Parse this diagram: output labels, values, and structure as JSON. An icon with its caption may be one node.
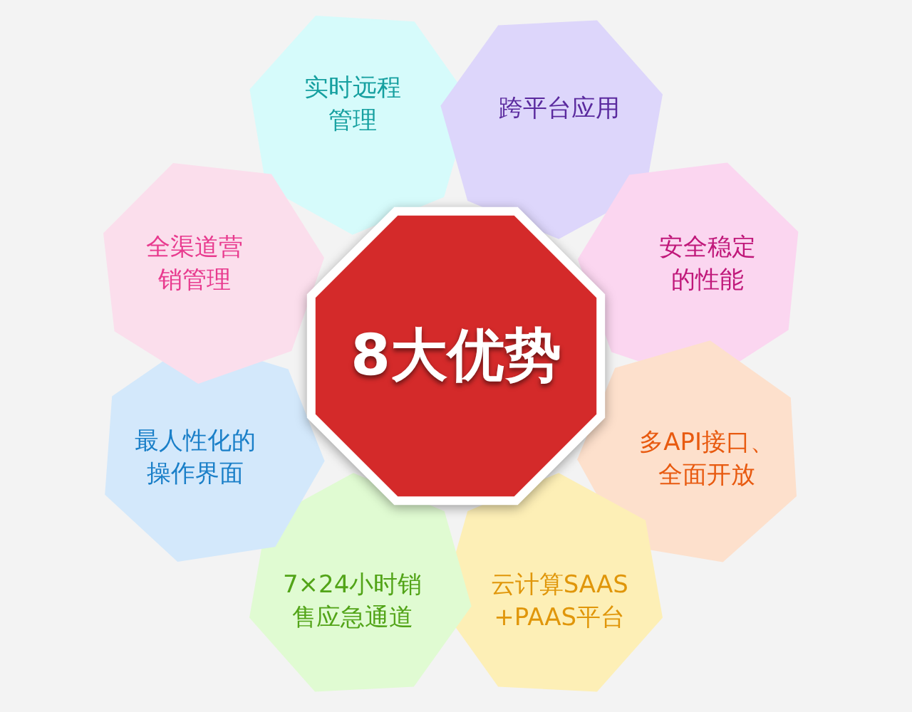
{
  "diagram": {
    "nodes": [
      {
        "text": [
          "8大优势"
        ]
      },
      {
        "text": [
          "实时远程管理"
        ]
      },
      {
        "text": [
          "跨平台应用"
        ]
      },
      {
        "text": [
          "安全稳定的性能"
        ]
      },
      {
        "text": [
          "多API接口、全面开放"
        ]
      },
      {
        "text": [
          "云计算SAAS+PAAS平台"
        ]
      },
      {
        "text": [
          "7×24小时销售应急通道"
        ]
      },
      {
        "text": [
          "最人性化的操作界面"
        ]
      },
      {
        "text": [
          "全渠道营销管理"
        ]
      }
    ],
    "edges": []
  }
}
